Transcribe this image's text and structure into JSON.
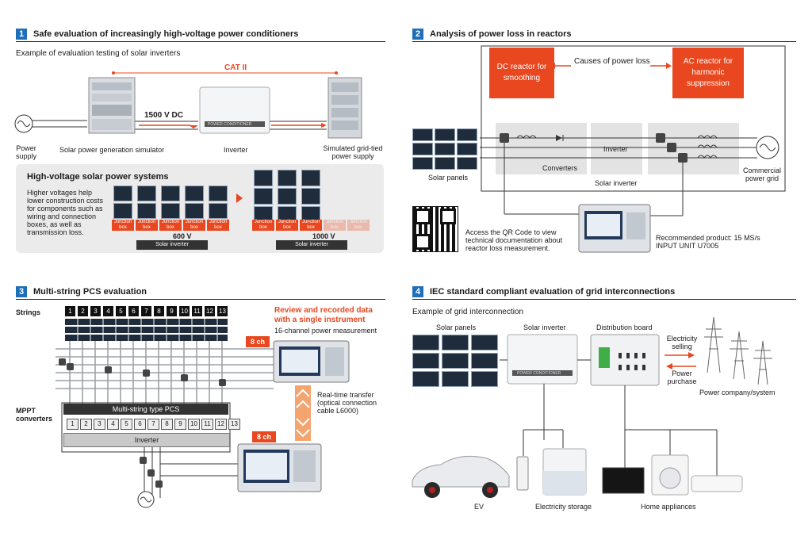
{
  "s1": {
    "num": "1",
    "title": "Safe evaluation of increasingly high-voltage power conditioners",
    "subtitle": "Example of evaluation testing of solar inverters",
    "cat": "CAT II",
    "dc": "1500 V DC",
    "power_supply": "Power supply",
    "sim": "Solar power generation simulator",
    "inverter": "Inverter",
    "grid_supply": "Simulated grid-tied power supply",
    "pc_label": "POWER CONDITIONER",
    "hv_title": "High-voltage solar power systems",
    "hv_text": "Higher voltages help lower construction costs for components such as wiring and connection boxes, as well as transmission loss.",
    "junction": "Junction box",
    "v600": "600 V",
    "v1000": "1000 V",
    "solar_inverter": "Solar inverter"
  },
  "s2": {
    "num": "2",
    "title": "Analysis of power loss in reactors",
    "dc_reactor": "DC reactor for smoothing",
    "causes": "Causes of power loss",
    "ac_reactor": "AC reactor for harmonic suppression",
    "solar_panels": "Solar panels",
    "converters": "Converters",
    "inverter": "Inverter",
    "solar_inverter": "Solar inverter",
    "commercial": "Commercial power grid",
    "qr_text": "Access the QR Code to view technical documentation about reactor loss measurement.",
    "recommended": "Recommended product: 15 MS/s INPUT UNIT U7005"
  },
  "s3": {
    "num": "3",
    "title": "Multi-string PCS evaluation",
    "strings": "Strings",
    "string_nums": [
      "1",
      "2",
      "3",
      "4",
      "5",
      "6",
      "7",
      "8",
      "9",
      "10",
      "11",
      "12",
      "13"
    ],
    "review": "Review and recorded data with a single instrument",
    "measure": "16-channel power measurement",
    "ch8_top": "8 ch",
    "ch8_bottom": "8 ch",
    "transfer": "Real-time transfer (optical connection cable L6000)",
    "mppt": "MPPT converters",
    "pcs": "Multi-string type PCS",
    "inverter": "Inverter"
  },
  "s4": {
    "num": "4",
    "title": "IEC standard compliant evaluation of grid interconnections",
    "subtitle": "Example of grid interconnection",
    "solar_panels": "Solar panels",
    "solar_inverter": "Solar inverter",
    "distribution": "Distribution board",
    "selling": "Electricity selling",
    "purchase": "Power purchase",
    "company": "Power company/system",
    "ev": "EV",
    "storage": "Electricity storage",
    "appliances": "Home appliances",
    "pc_label": "POWER CONDITIONER"
  },
  "colors": {
    "accent": "#e8471f",
    "blue": "#1f6fb8",
    "panel": "#1e2c3c"
  }
}
